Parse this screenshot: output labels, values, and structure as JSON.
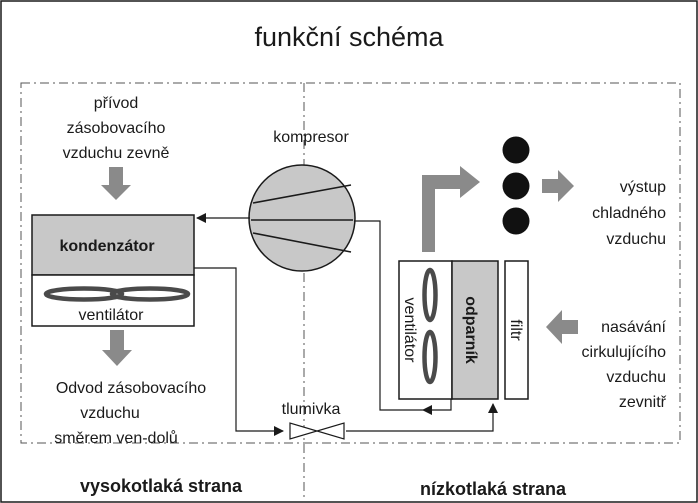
{
  "title": "funkční schéma",
  "labels": {
    "privod": [
      "přívod",
      "zásobovacího",
      "vzduchu zevně"
    ],
    "kompresor": "kompresor",
    "kondenzator": "kondenzátor",
    "ventilator_left": "ventilátor",
    "odvod": [
      "Odvod zásobovacího",
      "vzduchu",
      "směrem ven-dolů"
    ],
    "tlumivka": "tlumivka",
    "vystup": [
      "výstup",
      "chladného",
      "vzduchu"
    ],
    "ventilator_right": "ventilátor",
    "odparnik": "odparník",
    "filtr": "filtr",
    "nasavani": [
      "nasávání",
      "cirkulujícího",
      "vzduchu",
      "zevnitř"
    ]
  },
  "sides": {
    "high": "vysokotlaká strana",
    "low": "nízkotlaká strana"
  },
  "colors": {
    "arrow_gray": "#8a8a8a",
    "box_gray": "#c8c8c8",
    "line": "#1a1a1a"
  }
}
